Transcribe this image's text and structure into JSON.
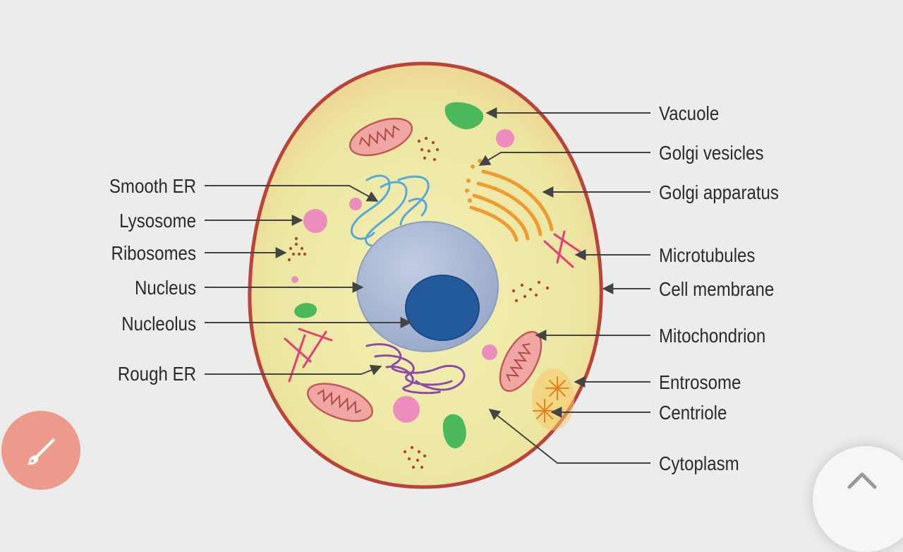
{
  "labels_left": [
    {
      "id": "smooth-er",
      "text": "Smooth ER"
    },
    {
      "id": "lysosome",
      "text": "Lysosome"
    },
    {
      "id": "ribosomes",
      "text": "Ribosomes"
    },
    {
      "id": "nucleus",
      "text": "Nucleus"
    },
    {
      "id": "nucleolus",
      "text": "Nucleolus"
    },
    {
      "id": "rough-er",
      "text": "Rough ER"
    }
  ],
  "labels_right": [
    {
      "id": "vacuole",
      "text": "Vacuole"
    },
    {
      "id": "golgi-vesicles",
      "text": "Golgi vesicles"
    },
    {
      "id": "golgi-apparatus",
      "text": "Golgi apparatus"
    },
    {
      "id": "microtubules",
      "text": "Microtubules"
    },
    {
      "id": "cell-membrane",
      "text": "Cell membrane"
    },
    {
      "id": "mitochondrion",
      "text": "Mitochondrion"
    },
    {
      "id": "entrosome",
      "text": "Entrosome"
    },
    {
      "id": "centriole",
      "text": "Centriole"
    },
    {
      "id": "cytoplasm",
      "text": "Cytoplasm"
    }
  ],
  "colors": {
    "background": "#ececec",
    "membrane": "#b8443a",
    "cytoplasm": "#ede89a",
    "nucleus": "#a8b6d2",
    "nucleolus": "#235a9c",
    "vacuole": "#4cb85c",
    "lysosome": "#ec8dbd",
    "mitochondrion": "#f0a7a4",
    "golgi": "#f09a34",
    "smooth_er": "#58a8d8",
    "rough_er": "#8c4ca6",
    "microtubules": "#e63e72",
    "ribosomes": "#b04a3a",
    "fab": "#ec9a8c"
  },
  "icons": {
    "fab": "paintbrush-icon",
    "scroll": "chevron-up-icon"
  }
}
